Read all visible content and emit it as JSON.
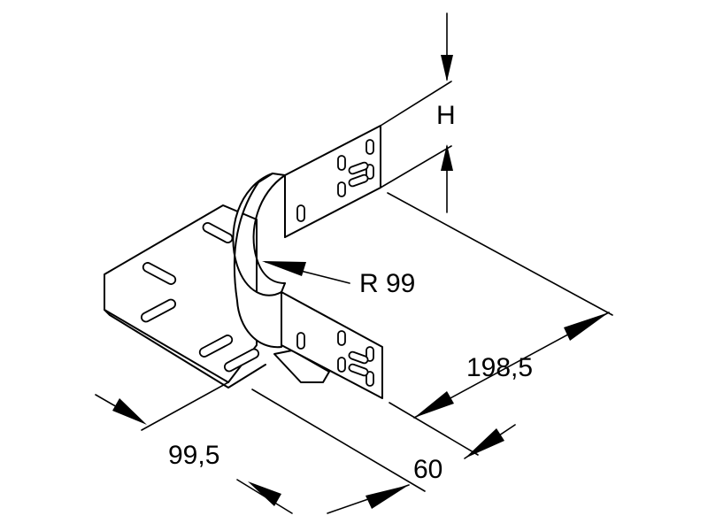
{
  "dimensions": {
    "height_label": "H",
    "radius_label": "R 99",
    "length_label": "198,5",
    "width_label": "99,5",
    "depth_label": "60"
  }
}
